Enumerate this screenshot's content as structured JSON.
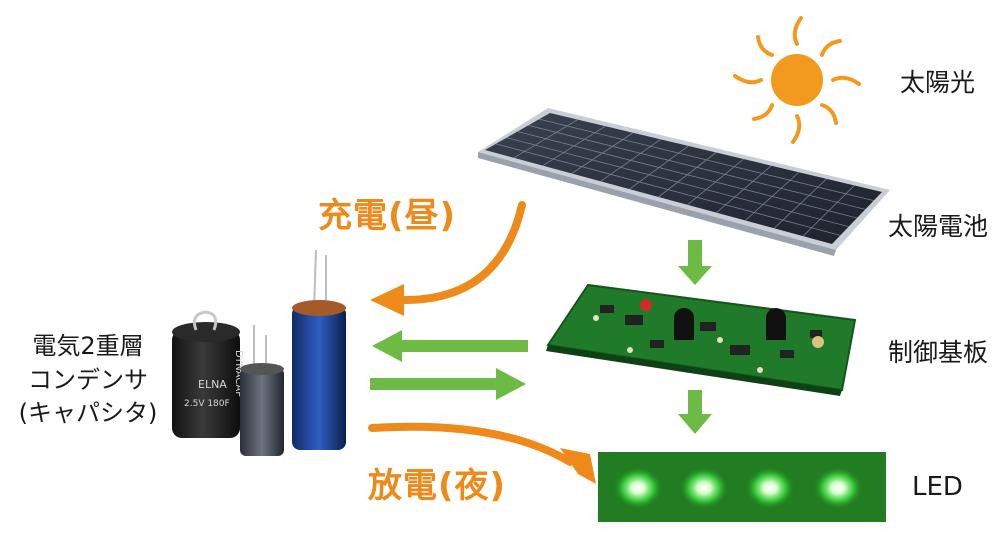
{
  "labels": {
    "sunlight": "太陽光",
    "solar_panel": "太陽電池",
    "controller": "制御基板",
    "led": "LED",
    "capacitor_line1": "電気2重層",
    "capacitor_line2": "コンデンサ",
    "capacitor_line3": "(キャパシタ)",
    "charge": "充電(昼)",
    "discharge": "放電(夜)"
  },
  "capacitor_markings": {
    "brand": "ELNA",
    "series": "DYNACAP",
    "rating": "2.5V 180F"
  },
  "colors": {
    "accent_orange": "#ee8a1a",
    "arrow_green": "#6dbb45",
    "sun": "#f29a1e",
    "pcb_green": "#1f7a2a",
    "led_glow": "#3ddc3d"
  },
  "icons": [
    "sun-icon",
    "solar-panel-icon",
    "circuit-board-icon",
    "led-strip-icon",
    "capacitor-icon"
  ]
}
